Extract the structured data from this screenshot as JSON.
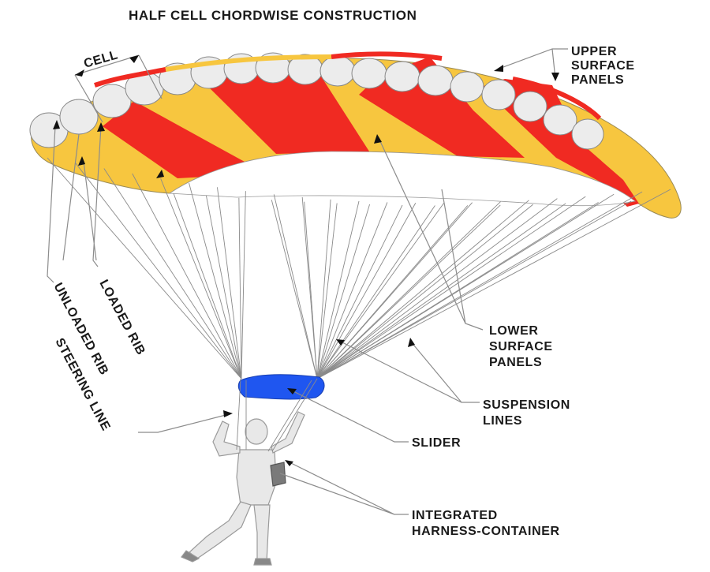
{
  "title": "HALF CELL CHORDWISE CONSTRUCTION",
  "colors": {
    "red": "#f02a22",
    "yellow": "#f7c63f",
    "cell_white": "#ececec",
    "slider_blue": "#1f56f0",
    "jumper": "#e8e8e8",
    "line_gray": "#8a8a8a"
  },
  "labels": {
    "cell": "CELL",
    "upper_surface": [
      "UPPER",
      "SURFACE",
      "PANELS"
    ],
    "loaded_rib": "LOADED RIB",
    "unloaded_rib": "UNLOADED RIB",
    "steering_line": "STEERING LINE",
    "lower_surface": [
      "LOWER",
      "SURFACE",
      "PANELS"
    ],
    "suspension": [
      "SUSPENSION",
      "LINES"
    ],
    "slider": "SLIDER",
    "harness": [
      "INTEGRATED",
      "HARNESS-CONTAINER"
    ]
  }
}
